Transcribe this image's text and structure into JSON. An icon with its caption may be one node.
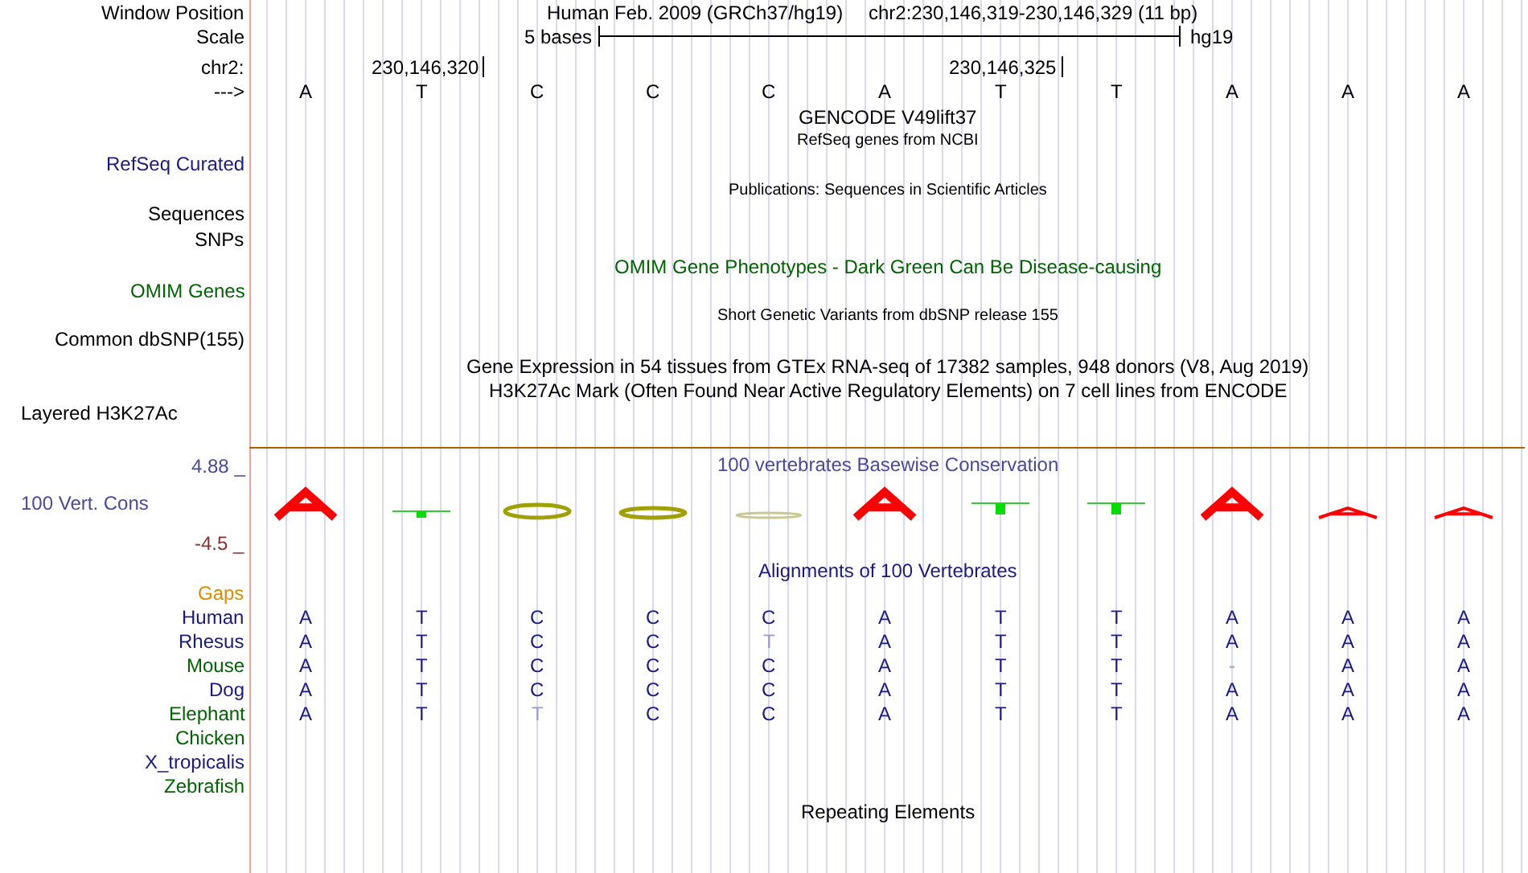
{
  "diagram": {
    "labels": [
      "Window Position",
      "Human Feb. 2009 (GRCh37/hg19)",
      "chr2:230,146,319-230,146,329 (11 bp)",
      "Scale",
      "5 bases",
      "hg19",
      "chr2:",
      "230,146,320",
      "230,146,325",
      "--->",
      "A",
      "T",
      "C",
      "C",
      "C",
      "A",
      "T",
      "T",
      "A",
      "A",
      "A",
      "GENCODE V49lift37",
      "RefSeq genes from NCBI",
      "RefSeq Curated",
      "Publications: Sequences in Scientific Articles",
      "Sequences",
      "SNPs",
      "OMIM Gene Phenotypes - Dark Green Can Be Disease-causing",
      "OMIM Genes",
      "Short Genetic Variants from dbSNP release 155",
      "Common dbSNP(155)",
      "Gene Expression in 54 tissues from GTEx RNA-seq of 17382 samples, 948 donors (V8, Aug 2019)",
      "H3K27Ac Mark (Often Found Near Active Regulatory Elements) on 7 cell lines from ENCODE",
      "Layered H3K27Ac",
      "4.88 _",
      "100 vertebrates Basewise Conservation",
      "100 Vert. Cons",
      "-4.5 _",
      "Alignments of 100 Vertebrates",
      "Gaps",
      "Human",
      "A",
      "T",
      "C",
      "C",
      "C",
      "A",
      "T",
      "T",
      "A",
      "A",
      "A",
      "Rhesus",
      "A",
      "T",
      "C",
      "C",
      "T",
      "A",
      "T",
      "T",
      "A",
      "A",
      "A",
      "Mouse",
      "A",
      "T",
      "C",
      "C",
      "C",
      "A",
      "T",
      "T",
      "-",
      "A",
      "A",
      "Dog",
      "A",
      "T",
      "C",
      "C",
      "C",
      "A",
      "T",
      "T",
      "A",
      "A",
      "A",
      "Elephant",
      "A",
      "T",
      "T",
      "C",
      "C",
      "A",
      "T",
      "T",
      "A",
      "A",
      "A",
      "Chicken",
      "X_tropicalis",
      "Zebrafish",
      "Repeating Elements"
    ]
  }
}
